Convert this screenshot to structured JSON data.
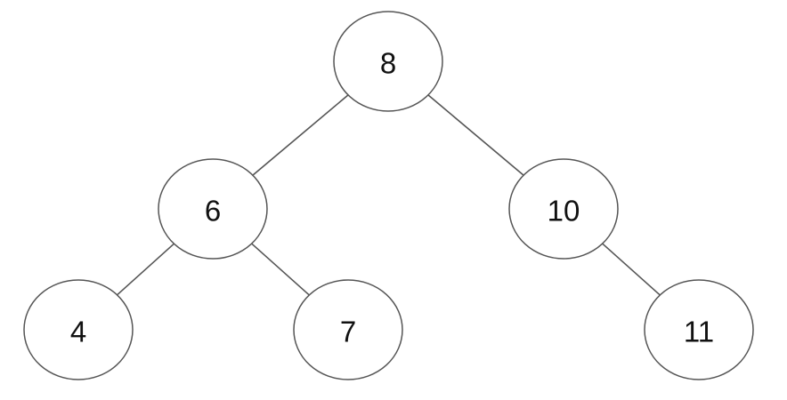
{
  "tree": {
    "type": "binary-tree",
    "nodes": [
      {
        "id": "n8",
        "value": "8"
      },
      {
        "id": "n6",
        "value": "6"
      },
      {
        "id": "n10",
        "value": "10"
      },
      {
        "id": "n4",
        "value": "4"
      },
      {
        "id": "n7",
        "value": "7"
      },
      {
        "id": "n11",
        "value": "11"
      }
    ],
    "edges": [
      {
        "from": "n8",
        "to": "n6"
      },
      {
        "from": "n8",
        "to": "n10"
      },
      {
        "from": "n6",
        "to": "n4"
      },
      {
        "from": "n6",
        "to": "n7"
      },
      {
        "from": "n10",
        "to": "n11"
      }
    ]
  },
  "colors": {
    "edge": "#555555",
    "node_border": "#555555",
    "node_fill": "#ffffff",
    "text": "#111111"
  }
}
